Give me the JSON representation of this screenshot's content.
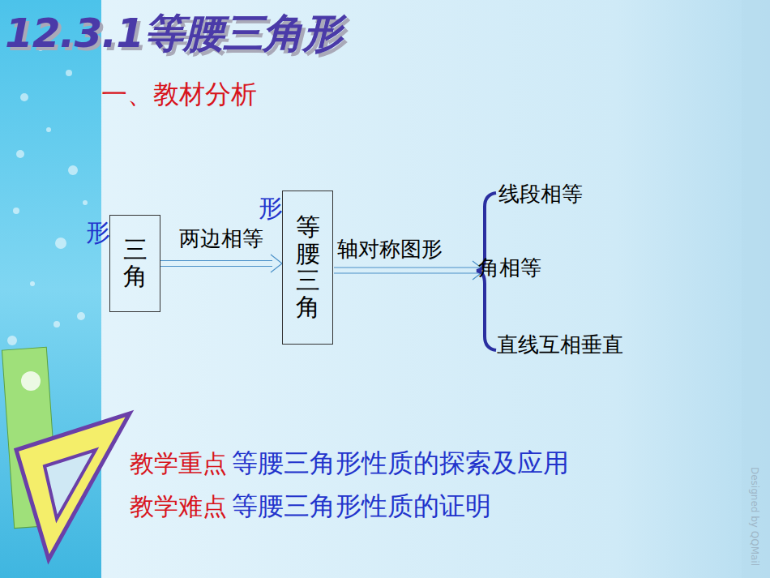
{
  "diagram": {
    "title": "12.3.1等腰三角形",
    "nodes": [
      {
        "text": [
          "三角",
          "形"
        ]
      },
      {
        "text": [
          "等腰三角",
          "形"
        ]
      }
    ],
    "edges": [
      {
        "from": 0,
        "to": 1,
        "label": "两边相等",
        "arrow": "to"
      }
    ],
    "labels": [
      "一、教材分析",
      "轴对称图形",
      "线段相等",
      "角相等",
      "直线互相垂直",
      "教学重点",
      "等腰三角形性质的探索及应用",
      "教学难点",
      "等腰三角形性质的证明",
      "Designed by QQMail"
    ]
  }
}
